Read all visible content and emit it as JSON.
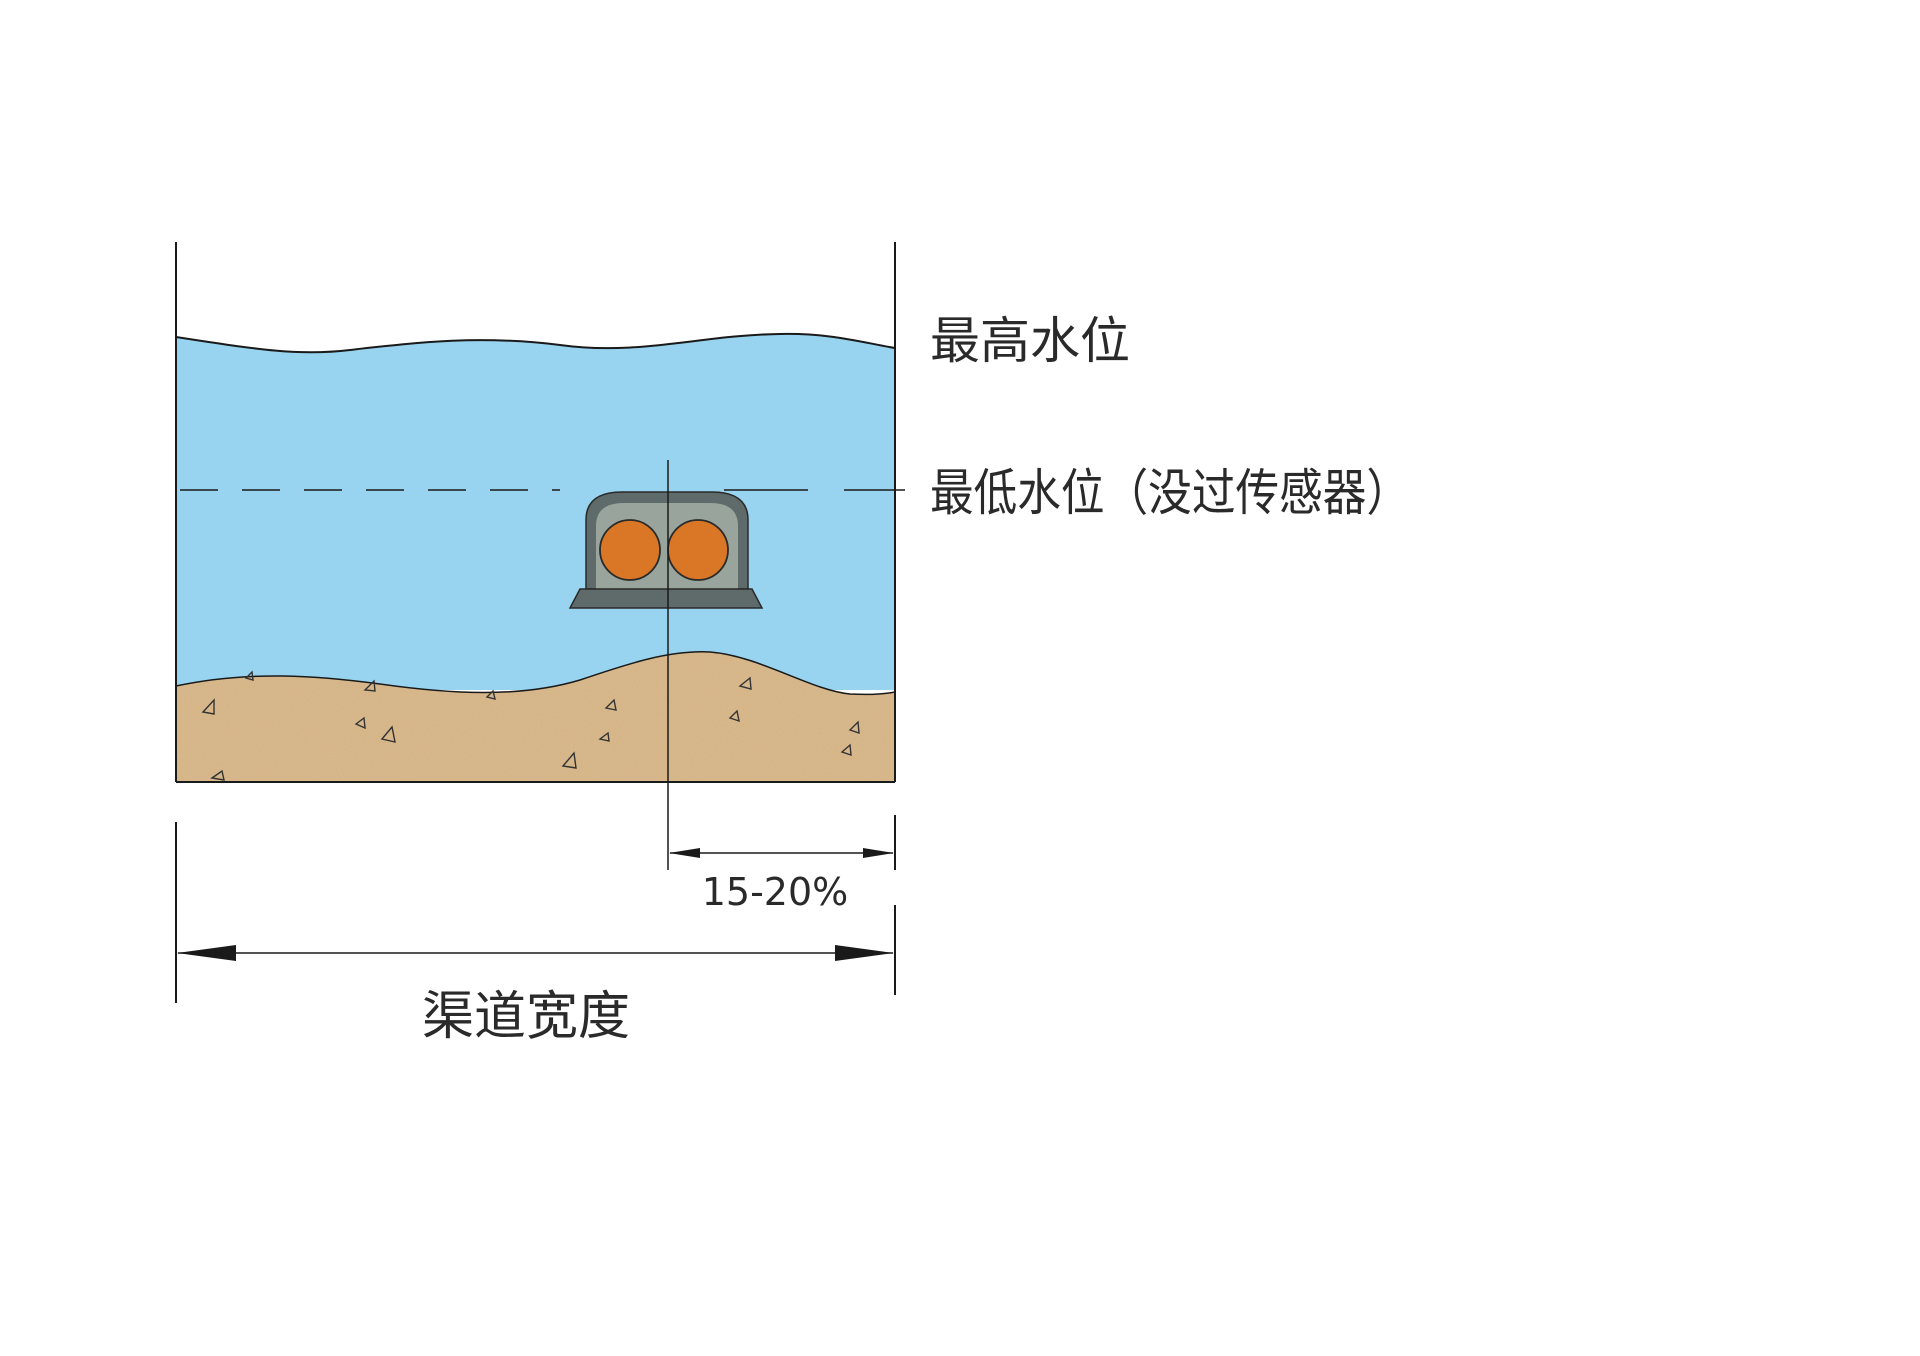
{
  "labels": {
    "max_water_level": "最高水位",
    "min_water_level": "最低水位（没过传感器）",
    "offset_ratio": "15-20%",
    "channel_width": "渠道宽度"
  },
  "colors": {
    "water": "#98d4ef",
    "sediment": "#d9b98c",
    "sensor_body": "#5f6a6a",
    "sensor_window": "#99a59c",
    "sensor_lens": "#d97727",
    "line": "#1a1a1a"
  },
  "icons": [
    "sensor-icon"
  ]
}
